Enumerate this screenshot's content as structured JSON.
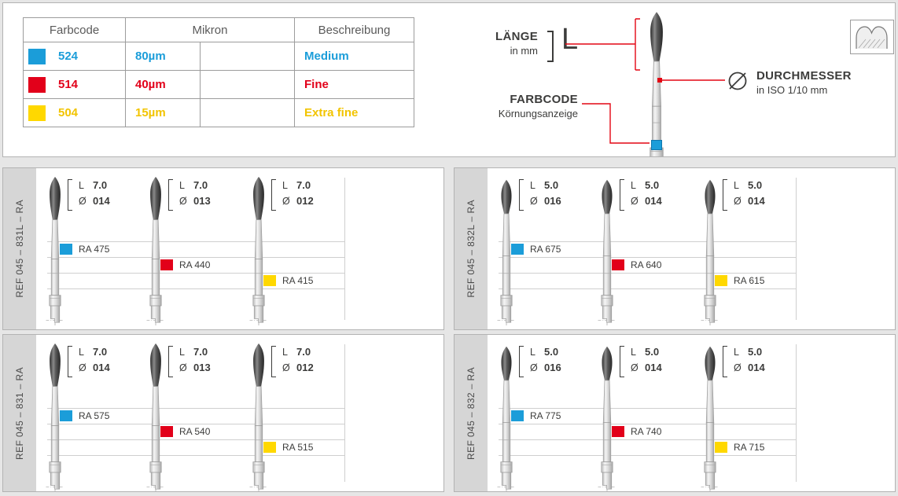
{
  "colors": {
    "blue": "#1b9dd9",
    "red": "#e2001a",
    "yellow": "#ffd800",
    "accent_red": "#e30613",
    "text": "#3c3c3b",
    "panel_border": "#b3b3b3",
    "ref_strip": "#d6d6d6"
  },
  "legend": {
    "headers": [
      "Farbcode",
      "Mikron",
      "Beschreibung"
    ],
    "rows": [
      {
        "code": "524",
        "micron": "80µm",
        "description": "Medium",
        "color": "blue"
      },
      {
        "code": "514",
        "micron": "40µm",
        "description": "Fine",
        "color": "red"
      },
      {
        "code": "504",
        "micron": "15µm",
        "description": "Extra fine",
        "color": "yellow"
      }
    ]
  },
  "diagram": {
    "length_label": "LÄNGE",
    "length_sub": "in mm",
    "length_symbol": "L",
    "diameter_label": "DURCHMESSER",
    "diameter_sub": "in ISO 1/10 mm",
    "farbcode_label": "FARBCODE",
    "farbcode_sub": "Körnungsanzeige"
  },
  "spec_keys": {
    "length": "L",
    "diameter": "Ø"
  },
  "panels": [
    {
      "ref": "REF 045 – 831L – RA",
      "burs": [
        {
          "length": "7.0",
          "diameter": "014",
          "label": "RA 475",
          "color": "blue"
        },
        {
          "length": "7.0",
          "diameter": "013",
          "label": "RA 440",
          "color": "red"
        },
        {
          "length": "7.0",
          "diameter": "012",
          "label": "RA 415",
          "color": "yellow"
        }
      ]
    },
    {
      "ref": "REF 045 – 832L – RA",
      "burs": [
        {
          "length": "5.0",
          "diameter": "016",
          "label": "RA 675",
          "color": "blue"
        },
        {
          "length": "5.0",
          "diameter": "014",
          "label": "RA 640",
          "color": "red"
        },
        {
          "length": "5.0",
          "diameter": "014",
          "label": "RA 615",
          "color": "yellow"
        }
      ]
    },
    {
      "ref": "REF 045 – 831 – RA",
      "burs": [
        {
          "length": "7.0",
          "diameter": "014",
          "label": "RA 575",
          "color": "blue"
        },
        {
          "length": "7.0",
          "diameter": "013",
          "label": "RA 540",
          "color": "red"
        },
        {
          "length": "7.0",
          "diameter": "012",
          "label": "RA 515",
          "color": "yellow"
        }
      ]
    },
    {
      "ref": "REF 045 – 832 – RA",
      "burs": [
        {
          "length": "5.0",
          "diameter": "016",
          "label": "RA 775",
          "color": "blue"
        },
        {
          "length": "5.0",
          "diameter": "014",
          "label": "RA 740",
          "color": "red"
        },
        {
          "length": "5.0",
          "diameter": "014",
          "label": "RA 715",
          "color": "yellow"
        }
      ]
    }
  ]
}
